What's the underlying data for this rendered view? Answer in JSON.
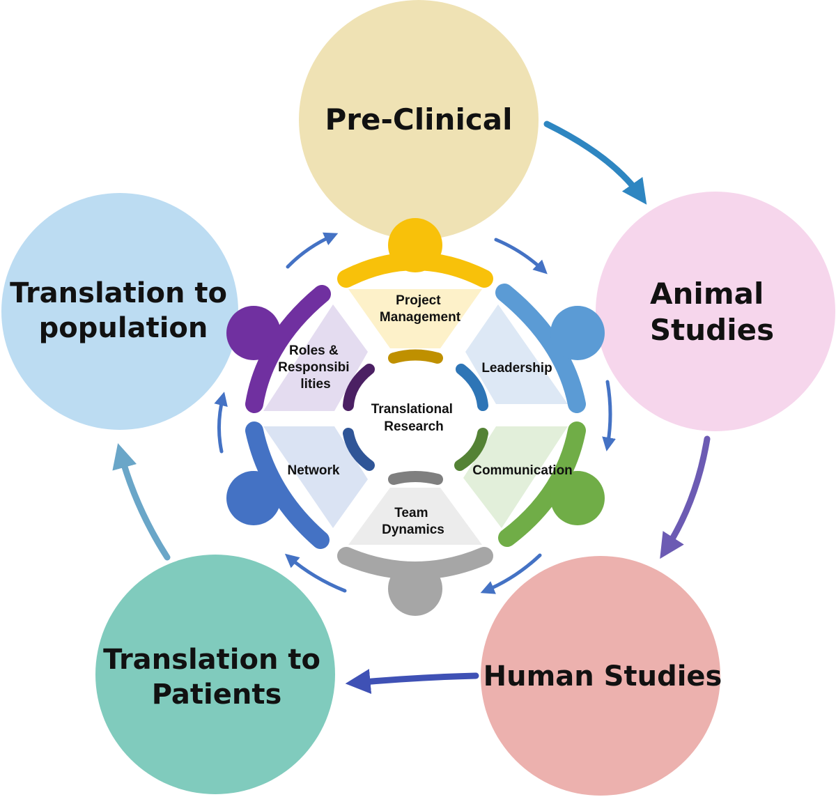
{
  "stages": {
    "pre_clinical": {
      "lines": [
        "Pre-Clinical"
      ],
      "color": "#efe2b4"
    },
    "animal_studies": {
      "lines": [
        "Animal",
        "Studies"
      ],
      "color": "#f6d6ec"
    },
    "human_studies": {
      "lines": [
        "Human Studies"
      ],
      "color": "#ecb1ae"
    },
    "translation_patients": {
      "lines": [
        "Translation to",
        "Patients"
      ],
      "color": "#80cbbd"
    },
    "translation_population": {
      "lines": [
        "Translation to",
        "population"
      ],
      "color": "#bcdcf2"
    }
  },
  "segments": {
    "project_management": {
      "lines": [
        "Project",
        "Management"
      ],
      "color": "#f8c10a",
      "fill": "#fdf1c9"
    },
    "leadership": {
      "lines": [
        "Leadership"
      ],
      "color": "#5b9bd5",
      "fill": "#dde8f5"
    },
    "communication": {
      "lines": [
        "Communication"
      ],
      "color": "#70ad47",
      "fill": "#e2efda"
    },
    "team_dynamics": {
      "lines": [
        "Team",
        "Dynamics"
      ],
      "color": "#a6a6a6",
      "fill": "#ececec"
    },
    "network": {
      "lines": [
        "Network"
      ],
      "color": "#4472c4",
      "fill": "#dae3f3"
    },
    "roles_responsibilities": {
      "lines": [
        "Roles &",
        "Responsibi",
        "lities"
      ],
      "color": "#7030a0",
      "fill": "#e4dcf0"
    }
  },
  "center": {
    "lines": [
      "Translational",
      "Research"
    ]
  },
  "colors": {
    "inner_arrow": "#4472c4",
    "arrow_pre_to_animal": "#2e86c1",
    "arrow_animal_to_human": "#6c5bb3",
    "arrow_human_to_patients": "#3f51b5",
    "arrow_patients_to_population": "#6aa6c8"
  }
}
